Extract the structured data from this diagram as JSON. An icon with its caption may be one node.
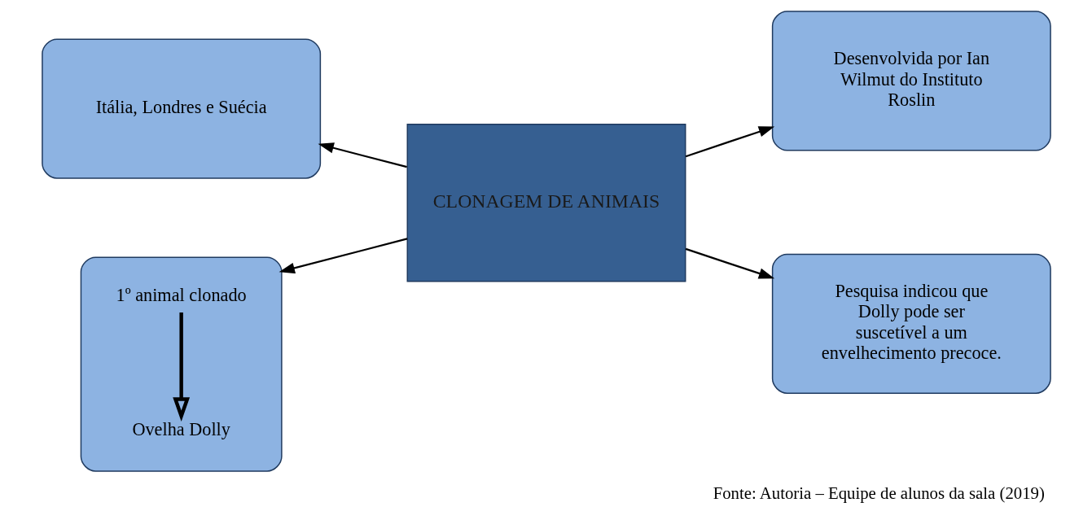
{
  "diagram": {
    "caption": "Fonte: Autoria – Equipe de alunos da sala (2019)",
    "nodes": [
      {
        "text": [
          "CLONAGEM DE ANIMAIS"
        ]
      },
      {
        "text": [
          "Itália, Londres e Suécia"
        ]
      },
      {
        "text": [
          "Desenvolvida por Ian Wilmut do Instituto Roslin"
        ]
      },
      {
        "text": [],
        "shape": "box"
      },
      {
        "text": [
          "1º animal clonado"
        ],
        "in": 3
      },
      {
        "text": [
          "Ovelha Dolly"
        ],
        "in": 3
      },
      {
        "text": [
          "Pesquisa indicou que Dolly pode ser suscetível a um envelhecimento precoce."
        ]
      }
    ],
    "edges": [
      {
        "from": 0,
        "to": 1,
        "arrow": "to"
      },
      {
        "from": 0,
        "to": 2,
        "arrow": "to"
      },
      {
        "from": 0,
        "to": 3,
        "arrow": "to"
      },
      {
        "from": 4,
        "to": 5,
        "arrow": "to",
        "style": "thick"
      },
      {
        "from": 0,
        "to": 6,
        "arrow": "to"
      }
    ]
  }
}
